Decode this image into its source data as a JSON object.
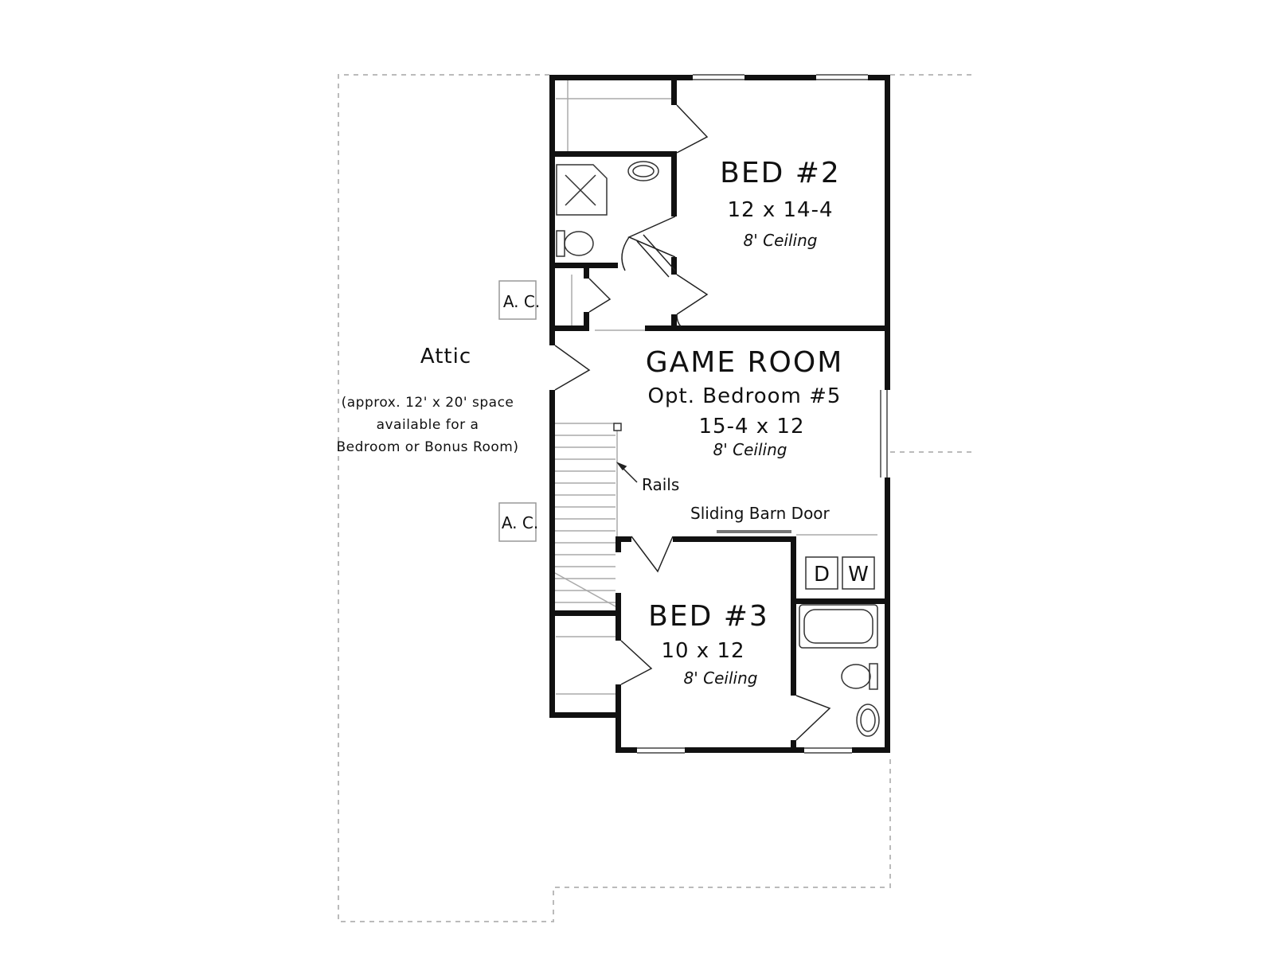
{
  "rooms": {
    "bed2": {
      "title": "BED #2",
      "dims": "12 x 14-4",
      "ceiling": "8' Ceiling"
    },
    "game_room": {
      "title": "GAME ROOM",
      "subtitle": "Opt. Bedroom #5",
      "dims": "15-4 x 12",
      "ceiling": "8' Ceiling"
    },
    "bed3": {
      "title": "BED #3",
      "dims": "10 x 12",
      "ceiling": "8' Ceiling"
    }
  },
  "attic": {
    "title": "Attic",
    "note_lines": [
      "(approx. 12' x 20' space",
      "available for a",
      "Bedroom or Bonus Room)"
    ]
  },
  "ac_upper": "A. C.",
  "ac_lower": "A. C.",
  "rails_label": "Rails",
  "barn_door_label": "Sliding Barn Door",
  "dryer_label": "D",
  "washer_label": "W"
}
